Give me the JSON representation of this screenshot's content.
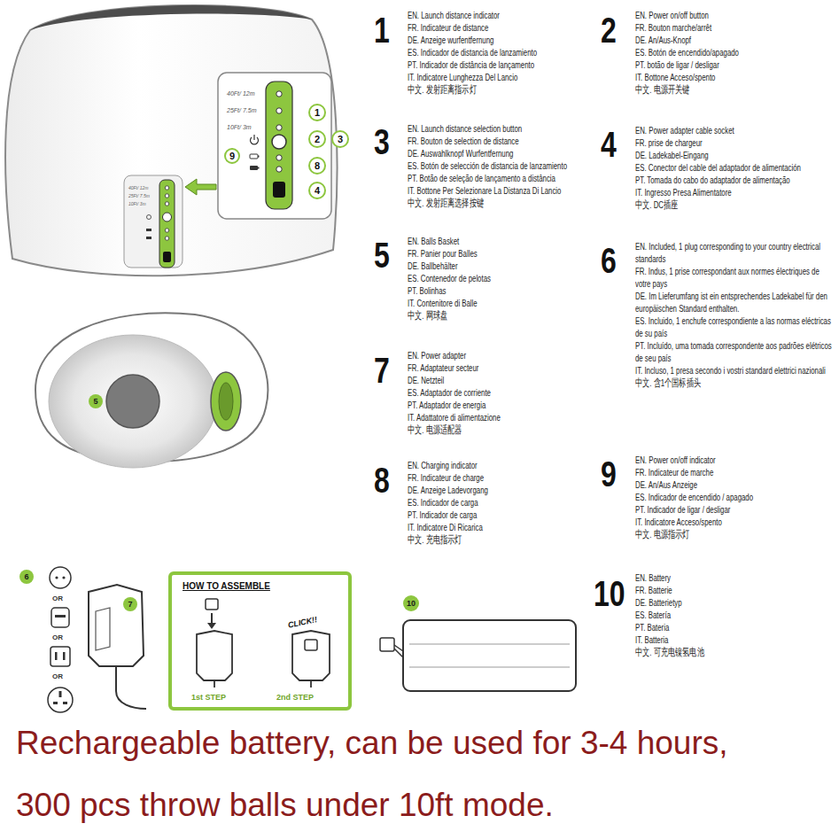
{
  "diagram": {
    "nodes": [
      {
        "text": [
          "1"
        ]
      },
      {
        "text": [
          "2"
        ]
      },
      {
        "text": [
          "3"
        ]
      },
      {
        "text": [
          "8"
        ]
      },
      {
        "text": [
          "4"
        ]
      },
      {
        "text": [
          "9"
        ]
      },
      {
        "text": [
          "5"
        ]
      },
      {
        "text": [
          "6"
        ]
      },
      {
        "text": [
          "7"
        ]
      },
      {
        "text": [
          "10"
        ]
      },
      {
        "text": [
          "HOW TO ASSEMBLE",
          "CLICK!!",
          "1st STEP",
          "2nd STEP"
        ]
      }
    ],
    "labels": [
      "40Ft/ 12m",
      "25Ft/ 7.5m",
      "10Ft/ 3m",
      "40Ft/ 12m",
      "25Ft/ 7.5m",
      "10Ft/ 3m",
      "1",
      "EN. Launch distance indicator",
      "FR. Indicateur de distance",
      "DE. Anzeige wurfentfernung",
      "ES. Indicador de distancia de lanzamiento",
      "PT. Indicador de distância de lançamento",
      "IT. Indicatore Lunghezza Del Lancio",
      "中文. 发射距离指示灯",
      "2",
      "EN. Power on/off button",
      "FR. Bouton marche/arrêt",
      "DE. An/Aus-Knopf",
      "ES. Botón de encendido/apagado",
      "PT. botão de ligar / desligar",
      "IT. Bottone Acceso/spento",
      "中文. 电源开关键",
      "3",
      "EN. Launch distance selection button",
      "FR. Bouton de selection de distance",
      "DE. Auswahlknopf Wurfentfernung",
      "ES. Botón de selección de distancia de lanzamiento",
      "PT. Botão de seleção de lançamento a distância",
      "IT. Bottone Per Selezionare La Distanza Di Lancio",
      "中文. 发射距离选择按键",
      "4",
      "EN. Power adapter cable socket",
      "FR. prise de chargeur",
      "DE. Ladekabel-Eingang",
      "ES. Conector del cable del adaptador de alimentación",
      "PT. Tomada do cabo do adaptador de alimentação",
      "IT. Ingresso Presa Alimentatore",
      "中文. DC插座",
      "5",
      "EN. Balls Basket",
      "FR. Panier pour Balles",
      "DE. Ballbehälter",
      "ES. Contenedor de pelotas",
      "PT. Bolinhas",
      "IT. Contenitore di Balle",
      "中文. 网球盘",
      "6",
      "EN. Included, 1 plug corresponding to your country electrical standards",
      "FR. Indus, 1 prise correspondant aux normes électriques de votre pays",
      "DE. Im Lieferumfang ist ein entsprechendes Ladekabel für den europäischen Standard enthalten.",
      "ES. Incluido, 1 enchufe correspondiente a las normas eléctricas de su país",
      "PT. Incluído, uma tomada correspondente aos padrões elétricos de seu país",
      "IT. Incluso, 1 presa secondo i vostri standard elettrici nazionali",
      "中文. 含1个国标插头",
      "7",
      "EN. Power adapter",
      "FR. Adaptateur secteur",
      "DE. Netzteil",
      "ES. Adaptador de corriente",
      "PT. Adaptador de energia",
      "IT. Adattatore di alimentazione",
      "中文. 电源适配器",
      "8",
      "EN. Charging indicator",
      "FR. Indicateur de charge",
      "DE. Anzeige Ladevorgang",
      "ES. Indicador de carga",
      "PT. Indicador de carga",
      "IT. Indicatore Di Ricarica",
      "中文. 充电指示灯",
      "9",
      "EN. Power on/off indicator",
      "FR. Indicateur de marche",
      "DE. An/Aus Anzeige",
      "ES. Indicador de encendido / apagado",
      "PT. Indicador de ligar / desligar",
      "IT. Indicatore Acceso/spento",
      "中文. 电源指示灯",
      "10",
      "EN. Battery",
      "FR. Batterie",
      "DE. Batterietyp",
      "ES. Batería",
      "PT. Bateria",
      "IT. Batteria",
      "中文. 可充电镍氢电池",
      "OR",
      "OR",
      "OR",
      "Rechargeable battery, can be used for 3-4 hours,",
      "300 pcs throw balls  under 10ft mode."
    ]
  }
}
